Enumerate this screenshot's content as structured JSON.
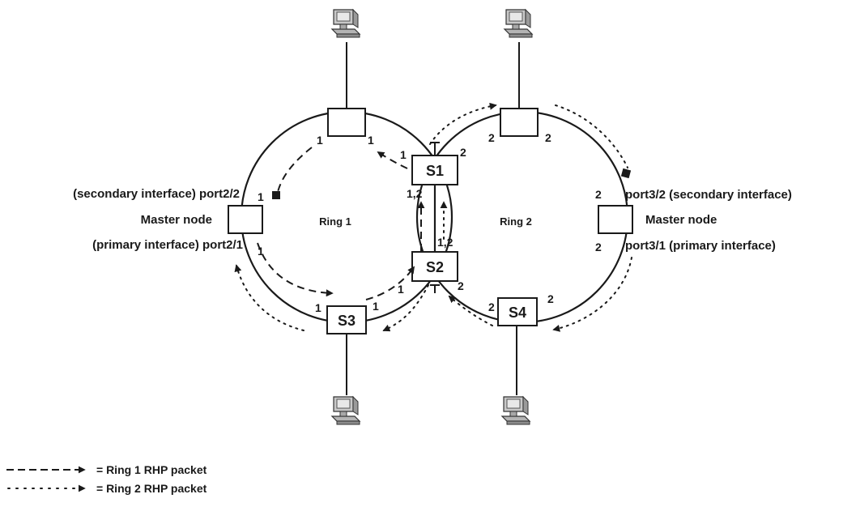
{
  "rings": {
    "ring1": "Ring 1",
    "ring2": "Ring 2"
  },
  "nodes": {
    "s1": "S1",
    "s2": "S2",
    "s3": "S3",
    "s4": "S4"
  },
  "ring1_master": {
    "secondary_label": "(secondary interface) port2/2",
    "title": "Master node",
    "primary_label": "(primary interface) port2/1"
  },
  "ring2_master": {
    "secondary_label": "port3/2 (secondary interface)",
    "title": "Master node",
    "primary_label": "port3/1 (primary interface)"
  },
  "port_numbers": {
    "one": "1",
    "two": "2",
    "one_two": "1,2",
    "t": "T"
  },
  "legend": {
    "ring1": "= Ring 1 RHP packet",
    "ring2": "= Ring 2 RHP packet"
  },
  "colors": {
    "line": "#1a1a1a",
    "node_fill": "#ffffff",
    "pc_fill": "#c8c8c8"
  },
  "icons": {
    "host": "desktop-computer-icon",
    "blocked_port": "blocked-port-icon"
  }
}
